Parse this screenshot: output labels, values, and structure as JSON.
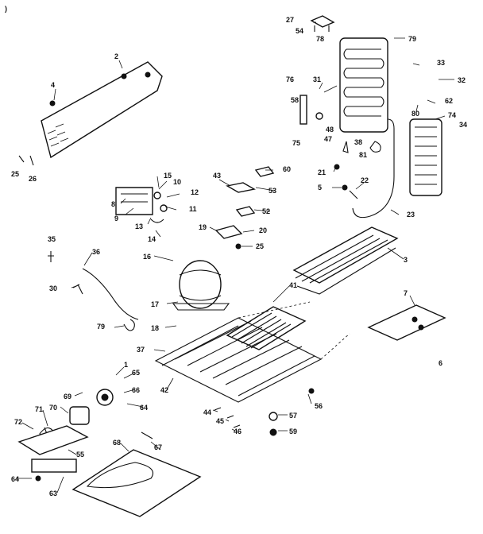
{
  "corner_mark": ")",
  "labels": {
    "l27": "27",
    "l54": "54",
    "l78a": "78",
    "l79": "79",
    "l33": "33",
    "l32": "32",
    "l76": "76",
    "l31": "31",
    "l58": "58",
    "l62": "62",
    "l80": "80",
    "l74": "74",
    "l34": "34",
    "l75": "75",
    "l48": "48",
    "l47": "47",
    "l38": "38",
    "l81": "81",
    "l2": "2",
    "l4": "4",
    "l25a": "25",
    "l26": "26",
    "l43": "43",
    "l60": "60",
    "l53": "53",
    "l21": "21",
    "l5": "5",
    "l22": "22",
    "l23": "23",
    "l15": "15",
    "l10": "10",
    "l12": "12",
    "l11": "11",
    "l8": "8",
    "l9": "9",
    "l13": "13",
    "l14": "14",
    "l52": "52",
    "l19": "19",
    "l20": "20",
    "l25b": "25",
    "l3": "3",
    "l35": "35",
    "l36": "36",
    "l16": "16",
    "l30": "30",
    "l41": "41",
    "l17": "17",
    "l7": "7",
    "l79b": "79",
    "l18": "18",
    "l6": "6",
    "l37": "37",
    "l1": "1",
    "l65": "65",
    "l42": "42",
    "l66": "66",
    "l69": "69",
    "l70": "70",
    "l71": "71",
    "l64a": "64",
    "l44": "44",
    "l56": "56",
    "l72": "72",
    "l45": "45",
    "l57": "57",
    "l46": "46",
    "l59": "59",
    "l67": "67",
    "l68": "68",
    "l55": "55",
    "l64b": "64",
    "l63": "63"
  }
}
